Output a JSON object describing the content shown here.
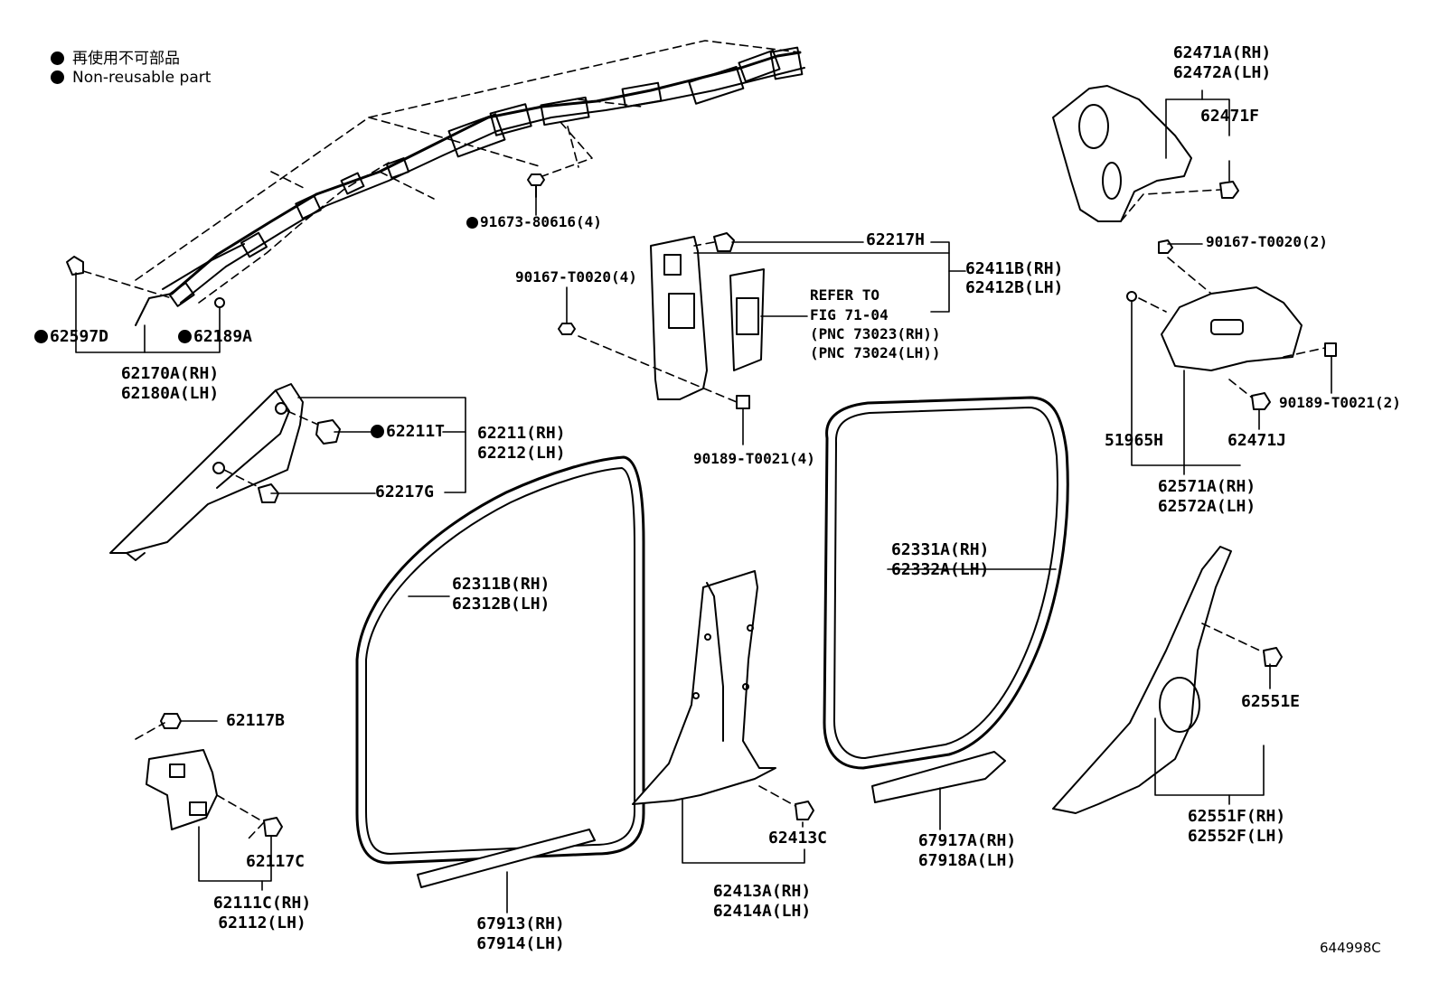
{
  "legend": {
    "jp": "再使用不可部品",
    "en": "Non-reusable part"
  },
  "ref_code": "644998C",
  "labels": {
    "p91673": "91673-80616(4)",
    "p62597D": "62597D",
    "p62189A": "62189A",
    "p62170A": "62170A(RH)",
    "p62180A": "62180A(LH)",
    "p62211T": "62211T",
    "p62211": "62211(RH)",
    "p62212": "62212(LH)",
    "p62217G": "62217G",
    "p62217H": "62217H",
    "p90167_4": "90167-T0020(4)",
    "refer1": "REFER TO",
    "refer2": "FIG 71-04",
    "refer3": "(PNC 73023(RH))",
    "refer4": "(PNC 73024(LH))",
    "p62411B": "62411B(RH)",
    "p62412B": "62412B(LH)",
    "p90189_4": "90189-T0021(4)",
    "p62471A": "62471A(RH)",
    "p62472A": "62472A(LH)",
    "p62471F": "62471F",
    "p90167_2": "90167-T0020(2)",
    "p90189_2": "90189-T0021(2)",
    "p51965H": "51965H",
    "p62471J": "62471J",
    "p62571A": "62571A(RH)",
    "p62572A": "62572A(LH)",
    "p62311B": "62311B(RH)",
    "p62312B": "62312B(LH)",
    "p62331A": "62331A(RH)",
    "p62332A": "62332A(LH)",
    "p62551E": "62551E",
    "p62551F": "62551F(RH)",
    "p62552F": "62552F(LH)",
    "p62117B": "62117B",
    "p62117C": "62117C",
    "p62111C": "62111C(RH)",
    "p62112": "62112(LH)",
    "p67913": "67913(RH)",
    "p67914": "67914(LH)",
    "p62413C": "62413C",
    "p62413A": "62413A(RH)",
    "p62414A": "62414A(LH)",
    "p67917A": "67917A(RH)",
    "p67918A": "67918A(LH)"
  }
}
